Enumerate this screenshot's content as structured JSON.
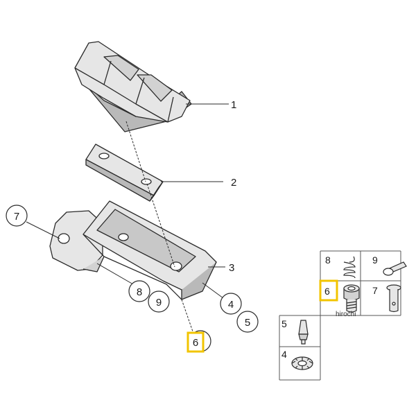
{
  "diagram": {
    "callouts": {
      "c1": "1",
      "c2": "2",
      "c3": "3",
      "c4": "4",
      "c5": "5",
      "c6": "6",
      "c7": "7",
      "c8": "8",
      "c9": "9"
    },
    "table": {
      "t8": "8",
      "t9": "9",
      "t6": "6",
      "t7": "7",
      "t5": "5",
      "t4": "4"
    },
    "watermark": "hirochi",
    "colors": {
      "line": "#2a2a2a",
      "part_fill": "#e6e6e6",
      "part_dark": "#b9b9b9",
      "highlight": "#f2c400"
    }
  }
}
